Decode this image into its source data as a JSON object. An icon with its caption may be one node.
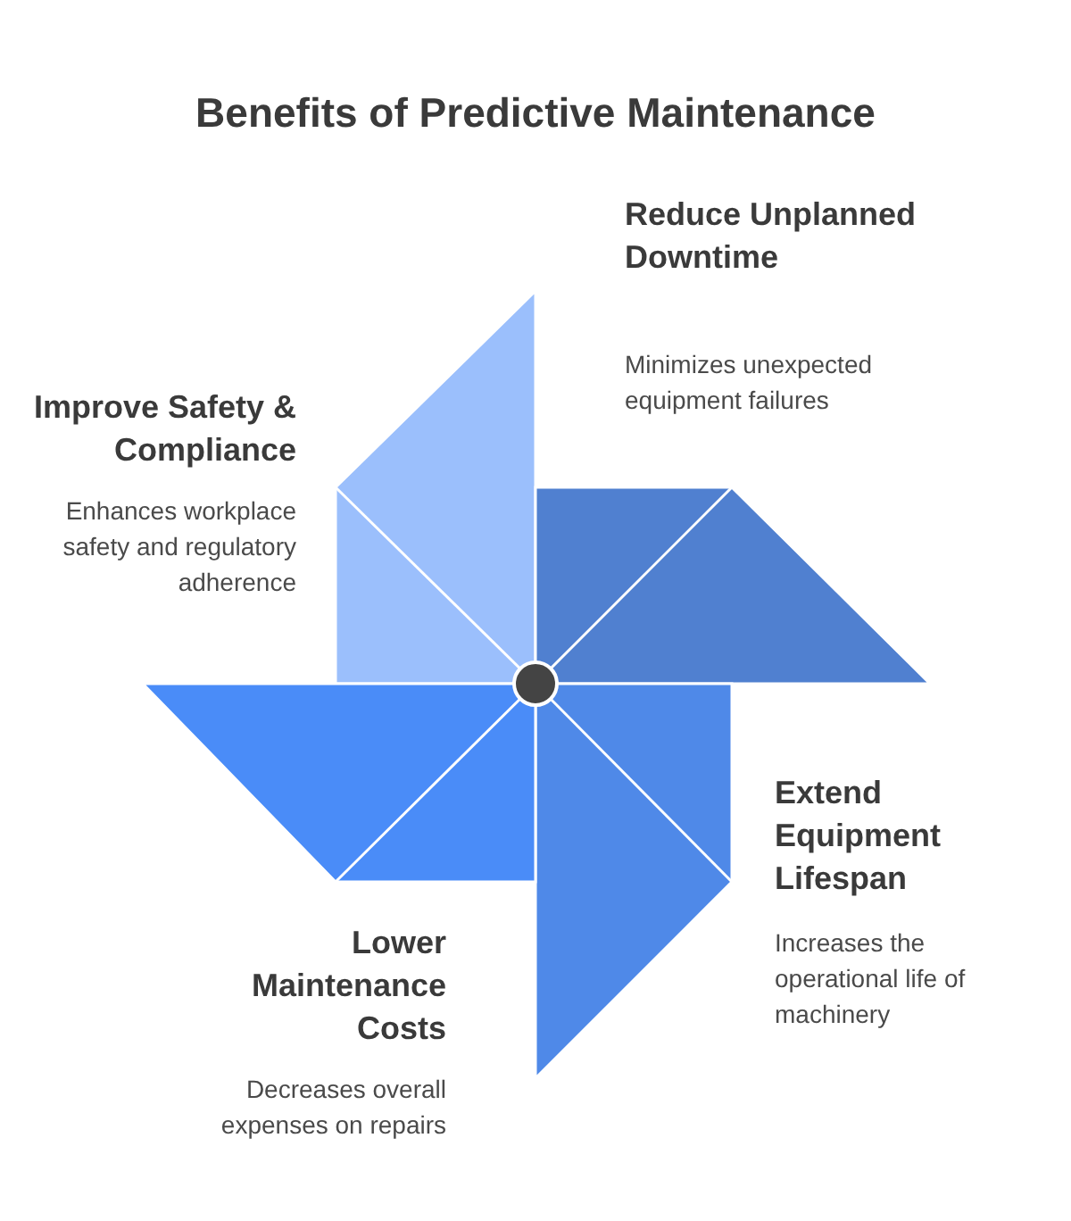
{
  "diagram": {
    "title": "Benefits of Predictive Maintenance",
    "labels": [
      "Reduce Unplanned Downtime",
      "Minimizes unexpected equipment failures",
      "Improve Safety & Compliance",
      "Enhances workplace safety and regulatory adherence",
      "Extend Equipment Lifespan",
      "Increases the operational life of machinery",
      "Lower Maintenance Costs",
      "Decreases overall expenses on repairs"
    ]
  }
}
